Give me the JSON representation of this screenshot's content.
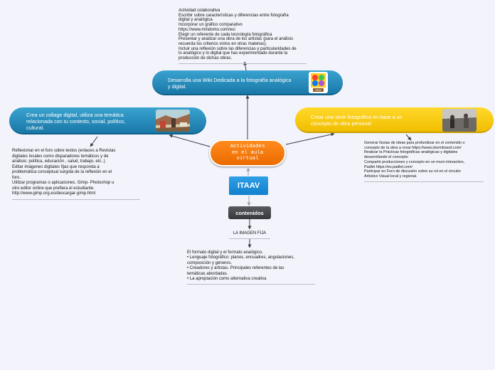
{
  "center": {
    "lines": [
      "Actividades",
      "en el aula",
      "virtual"
    ]
  },
  "itaav": "ITAAV",
  "contenidos": "contenidos",
  "imagen_fija": "LA IMAGEN FIJA",
  "wiki": {
    "lines": [
      "Desarrolla una Wiki Dedicada a la fotografía analógica",
      "y digital."
    ],
    "badge_text": "NEW"
  },
  "collage": {
    "lines": [
      "Crea un collage digital, utiliza una temática",
      "relacionada con tu contexto, social, político,",
      "cultural."
    ]
  },
  "serie": {
    "lines": [
      "Crear una serie fotográfica en base a un",
      "concepto de obra personal"
    ]
  },
  "top_note": [
    "Actividad colaborativa",
    "Escribir sobre características y diferencias entre fotografía",
    "digital y analógica",
    "Incorporar un gráfico comparativo",
    "https://www.mindomo.com/es/.",
    "Elegir un referente de cada tecnología fotográfica",
    "Presentar y analizar una obra de los artistas (para el análisis",
    "recuerda los criterios vistos en otras materias).",
    "Incluir una reflexión sobre las diferencias y particularidades de",
    "lo analógico y lo digital que has experimentado durante la",
    "producción de dichas obras."
  ],
  "left_note": [
    "Reflexionar en el foro sobre textos  (enlaces a Revistas",
    "digitales locales como disparadores temáticos y de",
    "análisis: política, educación , salud, trabajo, etc..)",
    "Editar  imágenes digitales fijas que responda a",
    "problemática conceptual surgida de la reflexión en el",
    "foro.",
    "Utilizar programas o aplicaciones. Gimp- Photoshop u",
    "otro editor online que prefiera el estudiante.",
    "http://www.gimp.org.es/descargar-gimp.html"
  ],
  "right_note": [
    "Generar lluvias de ideas para profundizar en el contenido o",
    "concepto de la obra a crear https://www.stormboard.com/",
    "Realizar la Prácticas fotográficas analógicas y digitales",
    "desarrollando  el concepto",
    "Compartir producciones y concepto en un muro interactivo,",
    "Padlet https://es.padlet.com/",
    "Participar en Foro de discusión sobre su rol en el circuito",
    "Artístico Visual local y regional."
  ],
  "bottom_note": [
    "El formato digital y el formato analógico.",
    "• Lenguaje fotográfico: planos, encuadres, angulaciones,",
    "composición y géneros.",
    "• Creadores y artistas. Principales referentes de las",
    "temáticas abordadas.",
    "• La apropiación como alternativa creativa"
  ],
  "colors": {
    "center": "#f07a10",
    "blue_topic": "#238dbd",
    "yellow_topic": "#f7c800",
    "itaav": "#1f93dd",
    "contenidos": "#464749",
    "connector": "#3a3d44"
  }
}
